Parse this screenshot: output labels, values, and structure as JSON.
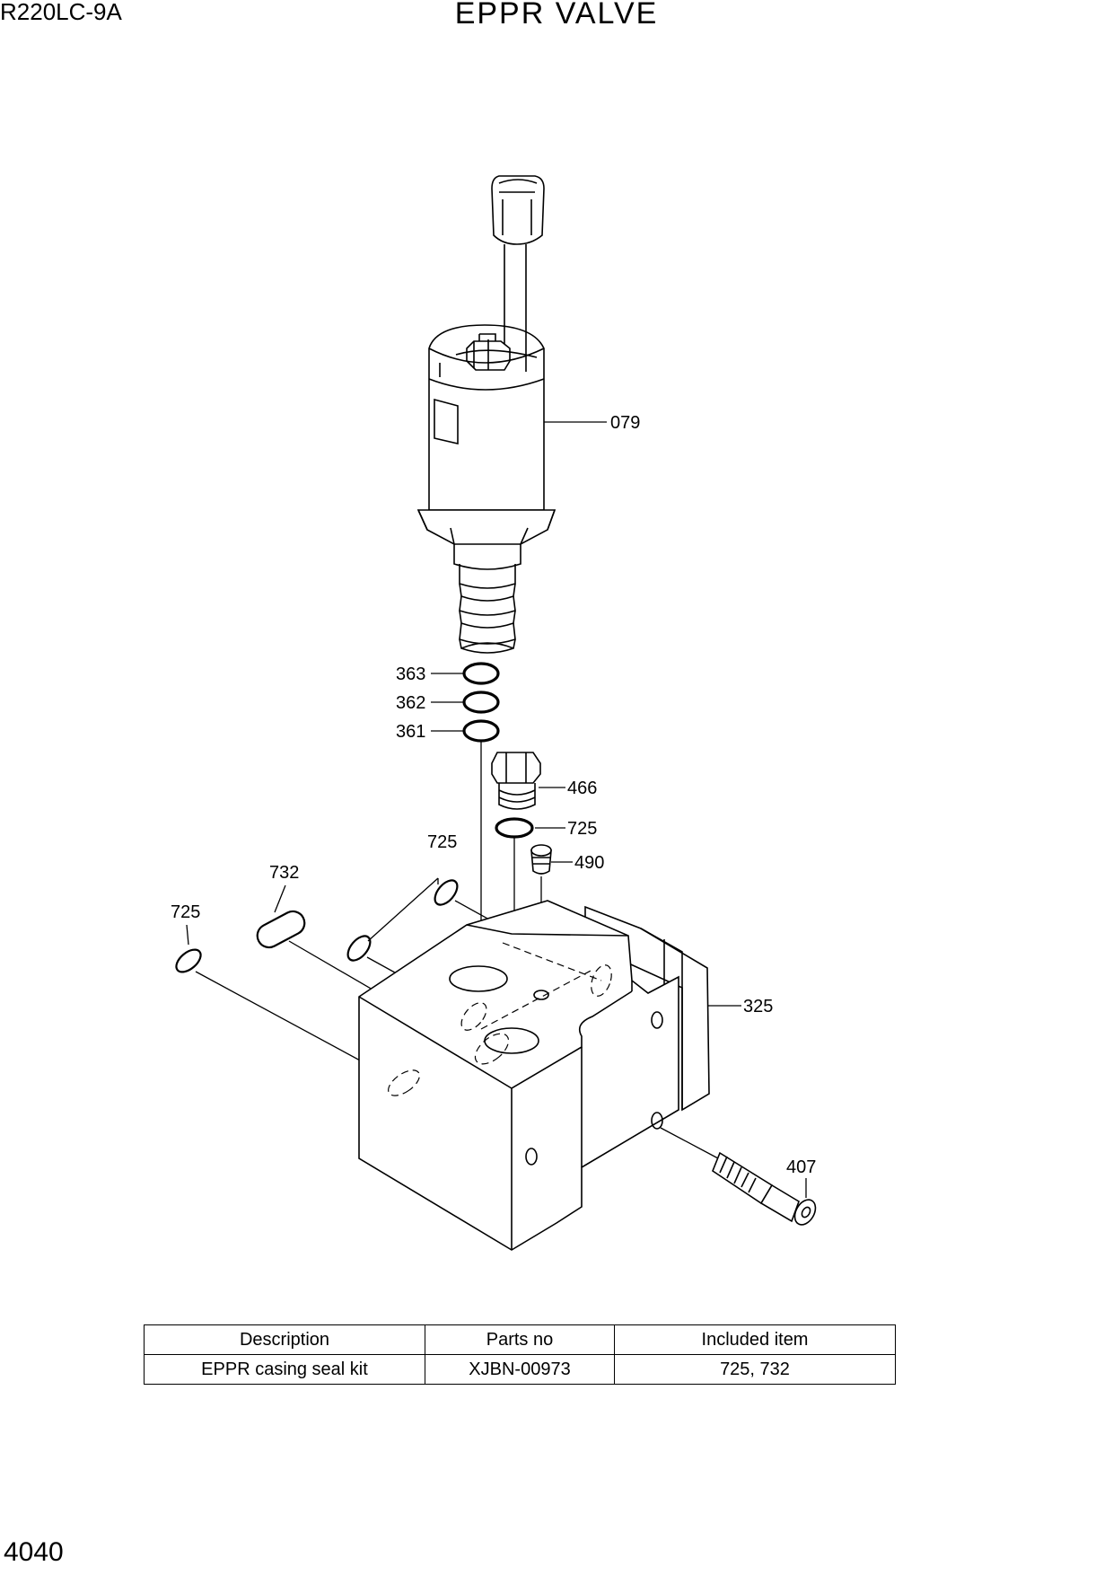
{
  "header": {
    "model": "R220LC-9A",
    "title": "EPPR VALVE"
  },
  "footer": {
    "page_number": "4040"
  },
  "callouts": {
    "solenoid": "079",
    "oring_top": "363",
    "oring_mid": "362",
    "oring_low": "361",
    "plug": "466",
    "plug_oring": "725",
    "screw_plug": "490",
    "oring_upper": "725",
    "oring_left": "725",
    "seal_long": "732",
    "casing": "325",
    "bolt": "407"
  },
  "kit_table": {
    "headers": [
      "Description",
      "Parts no",
      "Included item"
    ],
    "rows": [
      [
        "EPPR casing seal kit",
        "XJBN-00973",
        "725, 732"
      ]
    ]
  }
}
